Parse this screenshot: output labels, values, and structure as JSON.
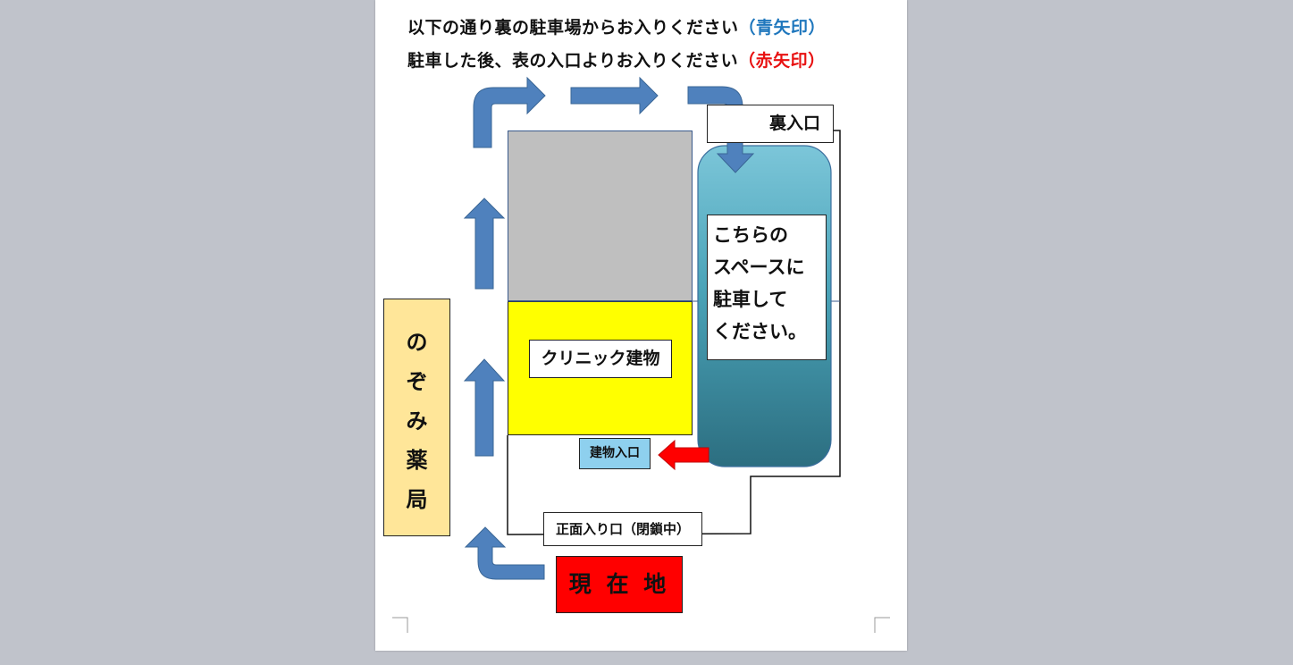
{
  "header": {
    "line1_main": "以下の通り裏の駐車場からお入りください",
    "line1_note": "（青矢印）",
    "line2_main": "駐車した後、表の入口よりお入りください",
    "line2_note": "（赤矢印）"
  },
  "map": {
    "back_entrance": "裏入口",
    "parking_text": [
      "こちらの",
      "スペースに",
      "駐車して",
      "ください。"
    ],
    "clinic_building": "クリニック建物",
    "building_entrance": "建物入口",
    "front_entrance": "正面入り口（閉鎖中）",
    "current_location": "現 在 地",
    "pharmacy": [
      "の",
      "ぞ",
      "み",
      "薬",
      "局"
    ]
  },
  "colors": {
    "route_arrow": "#4f81bd",
    "entry_arrow": "#ff0000",
    "current_location_bg": "#ff0000",
    "clinic_bg": "#ffff00",
    "back_lot_bg": "#bfbfbf",
    "pharmacy_bg": "#ffe699",
    "building_entrance_bg": "#8ed0ee",
    "parking_bg": "#4aa3b8"
  }
}
